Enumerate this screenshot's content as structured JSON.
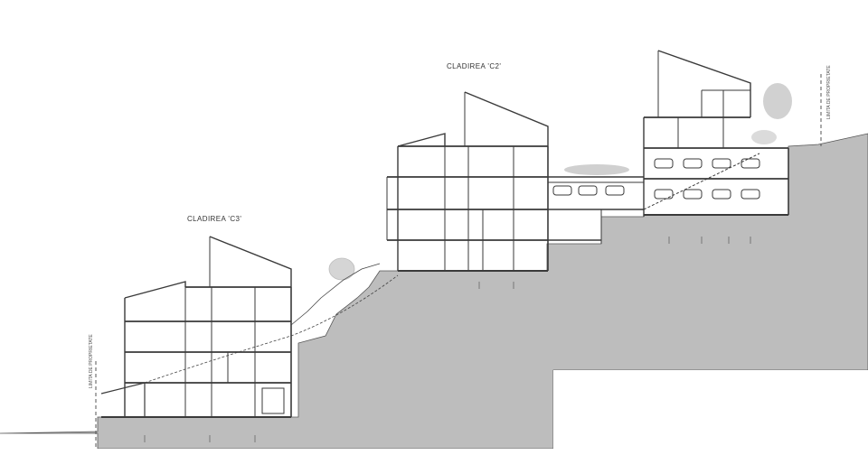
{
  "labels": {
    "block_c3": "CLADIREA 'C3'",
    "block_c2": "CLADIREA 'C2'"
  },
  "side_notes": {
    "left_boundary": "LIMITA DE PROPRIETATE",
    "right_boundary": "LIMITA DE PROPRIETATE"
  },
  "colors": {
    "ground": "#bdbdbd",
    "line": "#3a3a3a",
    "paper": "#ffffff"
  }
}
